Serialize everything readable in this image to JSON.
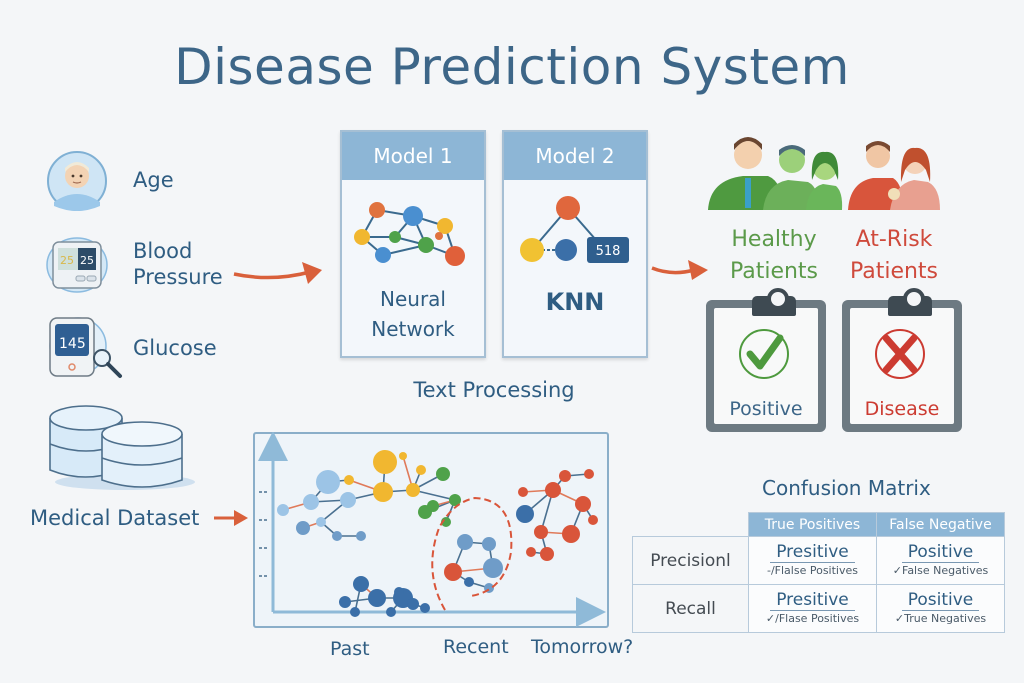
{
  "title": "Disease Prediction System",
  "inputs": {
    "features": [
      {
        "label_lines": [
          "Age"
        ],
        "icon": "patient-avatar-icon"
      },
      {
        "label_lines": [
          "Blood",
          "Pressure"
        ],
        "icon": "blood-pressure-monitor-icon",
        "reading_left": "25",
        "reading_right": "25"
      },
      {
        "label_lines": [
          "Glucose"
        ],
        "icon": "glucose-meter-icon",
        "reading": "145"
      }
    ],
    "dataset_label": "Medical Dataset"
  },
  "models": [
    {
      "header": "Model 1",
      "name_lines": [
        "Neural",
        "Network"
      ],
      "icon": "neural-network-icon"
    },
    {
      "header": "Model 2",
      "name_lines": [
        "KNN"
      ],
      "icon": "knn-graph-icon",
      "badge": "518"
    }
  ],
  "models_caption": "Text Processing",
  "outcomes": [
    {
      "label_lines": [
        "Healthy",
        "Patients"
      ],
      "color": "#5b9a4a",
      "clipboard_label": "Positive",
      "clipboard_label_color": "#3d6688",
      "mark": "check",
      "mark_color": "#4e9a3e"
    },
    {
      "label_lines": [
        "At-Risk",
        "Patients"
      ],
      "color": "#cf4a3c",
      "clipboard_label": "Disease",
      "clipboard_label_color": "#cc3b31",
      "mark": "cross",
      "mark_color": "#cc3b31"
    }
  ],
  "timeline": {
    "x_labels": [
      "Past",
      "Recent",
      "Tomorrow?"
    ]
  },
  "confusion_matrix": {
    "title": "Confusion Matrix",
    "columns": [
      "True Positives",
      "False Negative"
    ],
    "rows": [
      {
        "label": "Precisionl",
        "cells": [
          {
            "main": "Presitive",
            "sub": "-/Flalse Positives"
          },
          {
            "main": "Positive",
            "sub": "✓False Negatives"
          }
        ]
      },
      {
        "label": "Recall",
        "cells": [
          {
            "main": "Presitive",
            "sub": "✓/Flase Positives"
          },
          {
            "main": "Positive",
            "sub": "✓True Negatives"
          }
        ]
      }
    ]
  },
  "colors": {
    "primary_text": "#2f5d82",
    "accent_arrow": "#d9603b",
    "header_blue": "#8db6d6",
    "healthy_green": "#5b9a4a",
    "risk_red": "#cf4a3c"
  }
}
